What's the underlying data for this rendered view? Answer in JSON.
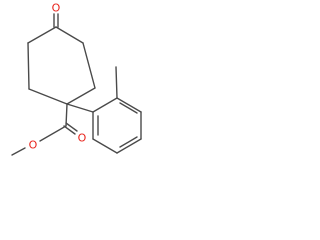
{
  "molecule": {
    "atoms": {
      "ketone_oxygen": "O",
      "ester_ether_oxygen": "O",
      "ester_carbonyl_oxygen": "O"
    },
    "colors": {
      "bond": "#4a4a4a",
      "oxygen": "#e8241c",
      "background": "#ffffff"
    }
  }
}
